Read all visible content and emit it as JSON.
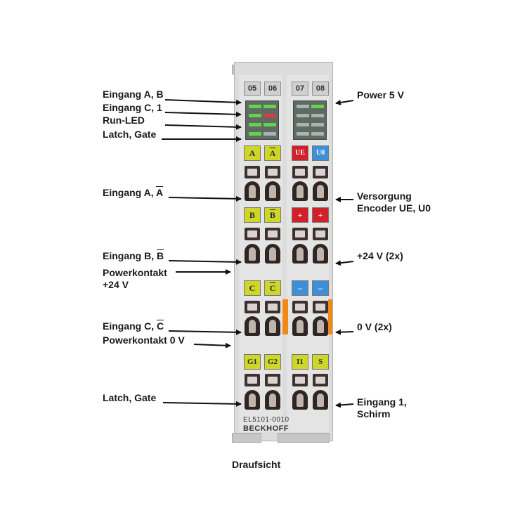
{
  "module": {
    "tabs": [
      "05",
      "06",
      "07",
      "08"
    ],
    "product_code": "EL5101-0010",
    "brand": "BECKHOFF",
    "rows": [
      [
        "A",
        "A",
        "UE",
        "U0"
      ],
      [
        "B",
        "B",
        "+",
        "+"
      ],
      [
        "C",
        "C",
        "–",
        "–"
      ],
      [
        "G1",
        "G2",
        "I1",
        "S"
      ]
    ],
    "colors": {
      "yellow": "#cfd62a",
      "red": "#d21f2a",
      "blue": "#3d8fd8",
      "orange": "#ef8a17",
      "led_green": "#67d14a",
      "led_red": "#e23a3a"
    }
  },
  "labels": {
    "left": {
      "eingang_ab": "Eingang A, B",
      "eingang_c1": "Eingang C, 1",
      "run_led": "Run-LED",
      "latch_gate_top": "Latch, Gate",
      "eingang_a_abar_prefix": "Eingang A, ",
      "eingang_a_abar_bar": "A",
      "eingang_b_bbar_prefix": "Eingang B, ",
      "eingang_b_bbar_bar": "B",
      "powerkontakt_24_line1": "Powerkontakt",
      "powerkontakt_24_line2": "+24 V",
      "eingang_c_cbar_prefix": "Eingang C, ",
      "eingang_c_cbar_bar": "C",
      "powerkontakt_0": "Powerkontakt 0 V",
      "latch_gate_bottom": "Latch, Gate"
    },
    "right": {
      "power_5v": "Power 5 V",
      "versorgung_line1": "Versorgung",
      "versorgung_line2": "Encoder UE, U0",
      "plus24": "+24 V (2x)",
      "zero_v": "0 V (2x)",
      "eingang1_line1": "Eingang 1,",
      "eingang1_line2": "Schirm"
    },
    "caption": "Draufsicht"
  }
}
